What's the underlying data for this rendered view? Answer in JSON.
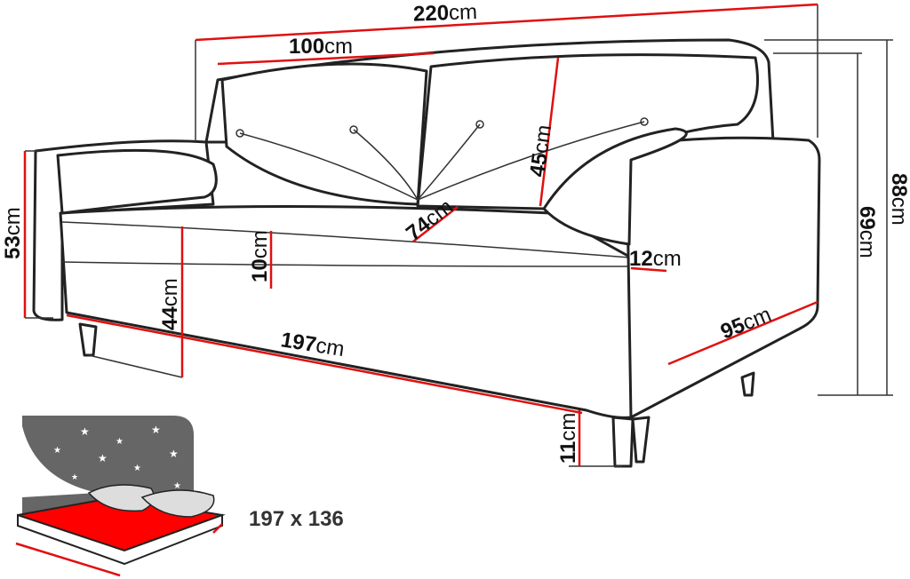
{
  "dimensions": {
    "total_width": {
      "value": "220",
      "unit": "cm"
    },
    "backrest_width": {
      "value": "100",
      "unit": "cm"
    },
    "backrest_height": {
      "value": "45",
      "unit": "cm"
    },
    "seat_depth": {
      "value": "74",
      "unit": "cm"
    },
    "armrest_height": {
      "value": "53",
      "unit": "cm"
    },
    "seat_thickness": {
      "value": "10",
      "unit": "cm"
    },
    "seat_height": {
      "value": "44",
      "unit": "cm"
    },
    "armrest_width": {
      "value": "12",
      "unit": "cm"
    },
    "total_height": {
      "value": "88",
      "unit": "cm"
    },
    "back_height": {
      "value": "69",
      "unit": "cm"
    },
    "total_depth": {
      "value": "95",
      "unit": "cm"
    },
    "seat_width": {
      "value": "197",
      "unit": "cm"
    },
    "leg_height": {
      "value": "11",
      "unit": "cm"
    }
  },
  "sleeping_area": {
    "label": "197 x 136"
  },
  "colors": {
    "dimension_line": "#e01010",
    "bed_surface": "#ff0000",
    "night_bg": "#666666"
  }
}
